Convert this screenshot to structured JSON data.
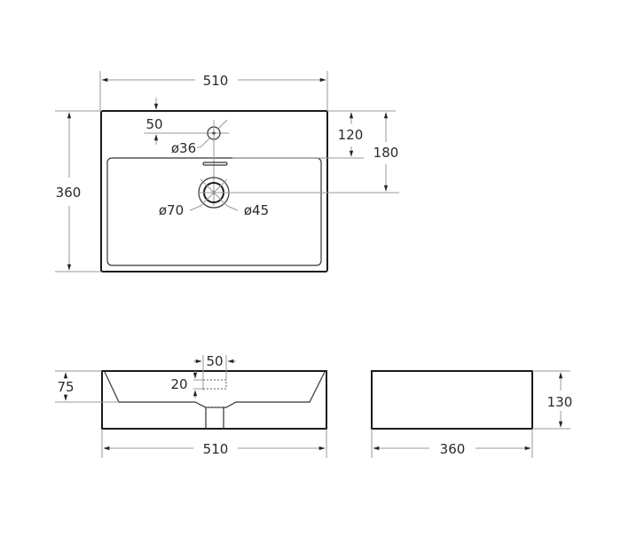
{
  "drawing": {
    "top_view": {
      "width_label": "510",
      "depth_label": "360",
      "tap_offset_label": "50",
      "tap_hole_label": "ø36",
      "drain_to_top_label": "120",
      "drain_center_label": "180",
      "drain_outer_label": "ø70",
      "drain_inner_label": "ø45"
    },
    "front_view": {
      "basin_depth_label": "75",
      "overflow_height_label": "20",
      "overflow_width_label": "50",
      "width_label": "510"
    },
    "side_view": {
      "height_label": "130",
      "depth_label": "360"
    }
  }
}
